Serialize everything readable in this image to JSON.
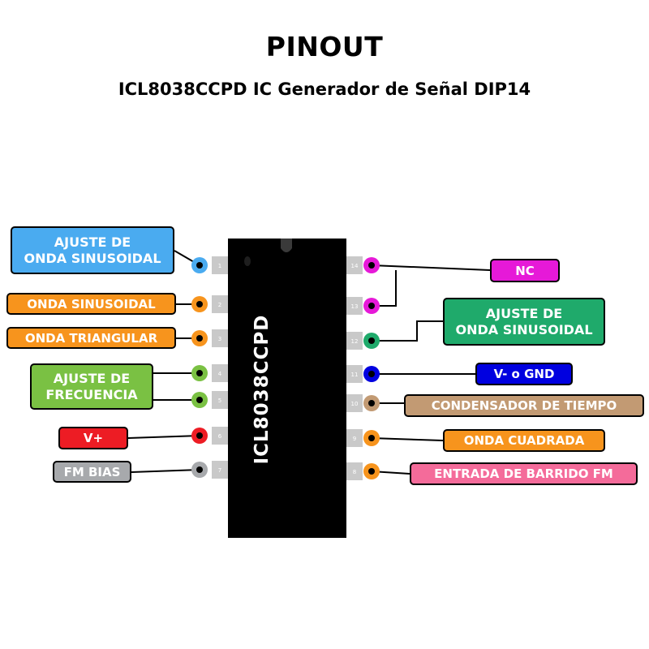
{
  "title": "PINOUT",
  "subtitle": "ICL8038CCPD IC Generador de Señal DIP14",
  "chip": {
    "name": "ICL8038CCPD",
    "color": "#000000"
  },
  "pins": [
    {
      "number": "1",
      "label_lines": [
        "AJUSTE DE",
        "ONDA SINUSOIDAL"
      ],
      "color": "#4aabf0"
    },
    {
      "number": "2",
      "label_lines": [
        "ONDA SINUSOIDAL"
      ],
      "color": "#f7941d"
    },
    {
      "number": "3",
      "label_lines": [
        "ONDA TRIANGULAR"
      ],
      "color": "#f7941d"
    },
    {
      "number": "4",
      "label_lines": [
        "AJUSTE DE",
        "FRECUENCIA"
      ],
      "color": "#7ac143"
    },
    {
      "number": "5",
      "label_lines": [
        "AJUSTE DE",
        "FRECUENCIA"
      ],
      "color": "#7ac143"
    },
    {
      "number": "6",
      "label_lines": [
        "V+"
      ],
      "color": "#ed1c24"
    },
    {
      "number": "7",
      "label_lines": [
        "FM BIAS"
      ],
      "color": "#a7a9ac"
    },
    {
      "number": "8",
      "label_lines": [
        "ENTRADA DE BARRIDO FM"
      ],
      "color": "#f7941d",
      "label_color": "#f46b9a"
    },
    {
      "number": "9",
      "label_lines": [
        "ONDA CUADRADA"
      ],
      "color": "#f7941d"
    },
    {
      "number": "10",
      "label_lines": [
        "CONDENSADOR DE TIEMPO"
      ],
      "color": "#c29a73"
    },
    {
      "number": "11",
      "label_lines": [
        "V- o GND"
      ],
      "color": "#0000e0"
    },
    {
      "number": "12",
      "label_lines": [
        "AJUSTE DE",
        "ONDA SINUSOIDAL"
      ],
      "color": "#1faa6b"
    },
    {
      "number": "13",
      "label_lines": [
        "NC"
      ],
      "color": "#e619d8"
    },
    {
      "number": "14",
      "label_lines": [
        "NC"
      ],
      "color": "#e619d8"
    }
  ],
  "labels": {
    "pin1": [
      "AJUSTE DE",
      "ONDA SINUSOIDAL"
    ],
    "pin2": "ONDA SINUSOIDAL",
    "pin3": "ONDA TRIANGULAR",
    "pin4_5": [
      "AJUSTE DE",
      "FRECUENCIA"
    ],
    "pin6": "V+",
    "pin7": "FM BIAS",
    "pin8": "ENTRADA DE BARRIDO FM",
    "pin9": "ONDA CUADRADA",
    "pin10": "CONDENSADOR DE TIEMPO",
    "pin11": "V- o GND",
    "pin12": [
      "AJUSTE DE",
      "ONDA SINUSOIDAL"
    ],
    "pin13_14": "NC"
  },
  "colors": {
    "blue": "#4aabf0",
    "orange": "#f7941d",
    "green": "#7ac143",
    "red": "#ed1c24",
    "grey": "#a7a9ac",
    "pink": "#f46b9a",
    "tan": "#c29a73",
    "navy": "#0000e0",
    "teal": "#1faa6b",
    "magenta": "#e619d8"
  }
}
